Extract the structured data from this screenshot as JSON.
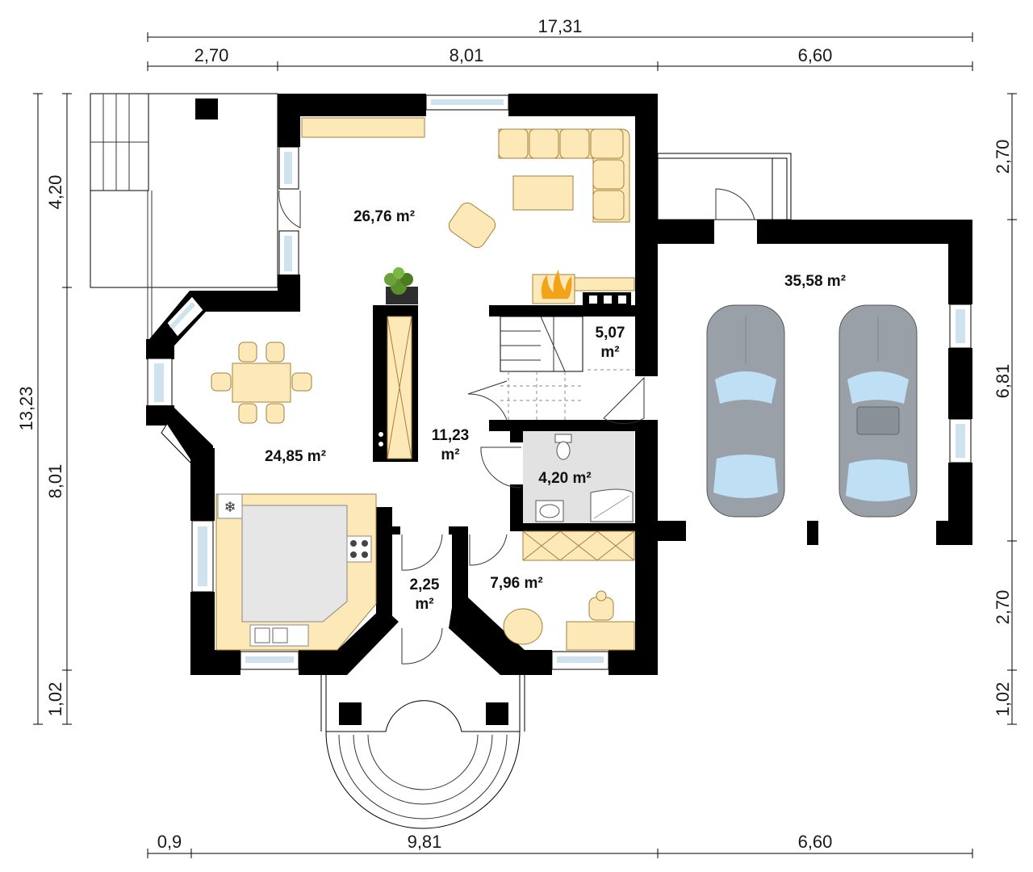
{
  "dimensions": {
    "top_total": "17,31",
    "top_segments": [
      "2,70",
      "8,01",
      "6,60"
    ],
    "bottom_segments": [
      "0,9",
      "9,81",
      "6,60"
    ],
    "left_total": "13,23",
    "left_segments": [
      "4,20",
      "8,01",
      "1,02"
    ],
    "right_segments": [
      "2,70",
      "6,81",
      "2,70",
      "1,02"
    ]
  },
  "rooms": {
    "living": "26,76 m²",
    "garage": "35,58 m²",
    "dining": "24,85 m²",
    "stairs_line1": "5,07",
    "stairs_line2": "m²",
    "hall_line1": "11,23",
    "hall_line2": "m²",
    "bathroom": "4,20 m²",
    "vestibule_line1": "2,25",
    "vestibule_line2": "m²",
    "office": "7,96 m²"
  },
  "colors": {
    "wall": "#000000",
    "furniture": "#fde9b8",
    "glass": "#cfe3ef",
    "car": "#9aa0a8",
    "plant": "#5a8f2b"
  },
  "icons": [
    "snowflake-icon",
    "plant-icon",
    "fireplace-icon",
    "toilet-icon",
    "sink-icon",
    "shower-icon",
    "stove-icon",
    "car-icon"
  ]
}
